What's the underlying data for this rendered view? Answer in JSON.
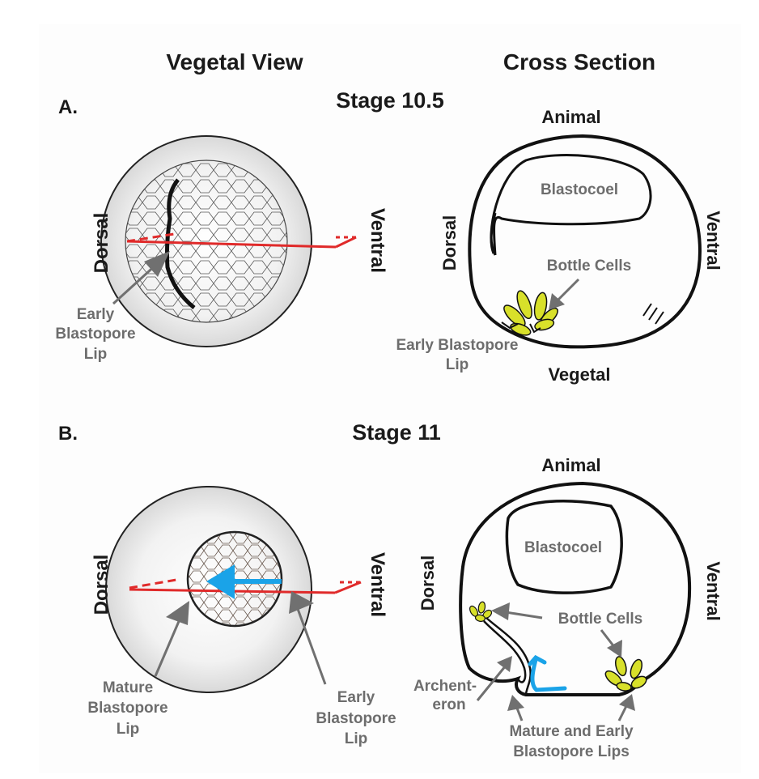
{
  "headers": {
    "column_left": "Vegetal View",
    "column_right": "Cross Section"
  },
  "panel_a": {
    "letter": "A.",
    "stage": "Stage 10.5",
    "vegetal_view": {
      "dorsal": "Dorsal",
      "ventral": "Ventral",
      "lip_label": [
        "Early",
        "Blastopore",
        "Lip"
      ]
    },
    "cross_section": {
      "animal": "Animal",
      "vegetal": "Vegetal",
      "dorsal": "Dorsal",
      "ventral": "Ventral",
      "blastocoel": "Blastocoel",
      "bottle_cells": "Bottle Cells",
      "lip_label": [
        "Early Blastopore",
        "Lip"
      ]
    }
  },
  "panel_b": {
    "letter": "B.",
    "stage": "Stage 11",
    "vegetal_view": {
      "dorsal": "Dorsal",
      "ventral": "Ventral",
      "mature_lip_label": [
        "Mature",
        "Blastopore",
        "Lip"
      ],
      "early_lip_label": [
        "Early",
        "Blastopore",
        "Lip"
      ]
    },
    "cross_section": {
      "animal": "Animal",
      "dorsal": "Dorsal",
      "ventral": "Ventral",
      "blastocoel": "Blastocoel",
      "bottle_cells": "Bottle Cells",
      "archenteron_label": [
        "Archent-",
        "eron"
      ],
      "lips_label": [
        "Mature and Early",
        "Blastopore Lips"
      ]
    }
  },
  "colors": {
    "section_line": "#e02a2a",
    "bottle_cells": "#d8e02a",
    "movement_arrow": "#1aa3e8",
    "pointer_arrow": "#707070",
    "label_gray": "#6d6d6d",
    "text_dark": "#1a1a1a"
  }
}
